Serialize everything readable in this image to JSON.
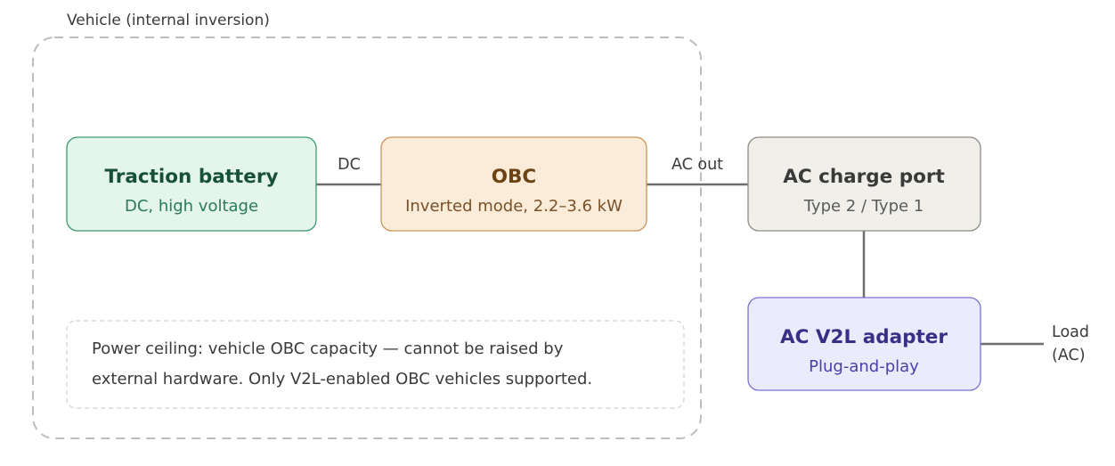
{
  "vehicle_group": {
    "label": "Vehicle (internal inversion)"
  },
  "nodes": {
    "traction_battery": {
      "title": "Traction battery",
      "subtitle": "DC, high voltage",
      "colors": {
        "fill": "#e3f5ed",
        "stroke": "#3d9a72",
        "title": "#17503a",
        "subtitle": "#2c7a5a"
      }
    },
    "obc": {
      "title": "OBC",
      "subtitle": "Inverted mode, 2.2–3.6 kW",
      "colors": {
        "fill": "#faecd8",
        "stroke": "#c9955a",
        "title": "#6e4313",
        "subtitle": "#7a5128"
      }
    },
    "ac_charge_port": {
      "title": "AC charge port",
      "subtitle": "Type 2 / Type 1",
      "colors": {
        "fill": "#f1efe9",
        "stroke": "#8f8c86",
        "title": "#3a3a3a",
        "subtitle": "#5a5a5a"
      }
    },
    "ac_v2l_adapter": {
      "title": "AC V2L adapter",
      "subtitle": "Plug-and-play",
      "colors": {
        "fill": "#ecebfc",
        "stroke": "#7b72cf",
        "title": "#3a2f86",
        "subtitle": "#4a40a8"
      }
    }
  },
  "connections": {
    "battery_to_obc": "DC",
    "obc_to_port": "AC out",
    "load_line1": "Load",
    "load_line2": "(AC)"
  },
  "note": {
    "line1": "Power ceiling: vehicle OBC capacity — cannot be raised by",
    "line2": "external hardware. Only V2L-enabled OBC vehicles supported."
  }
}
